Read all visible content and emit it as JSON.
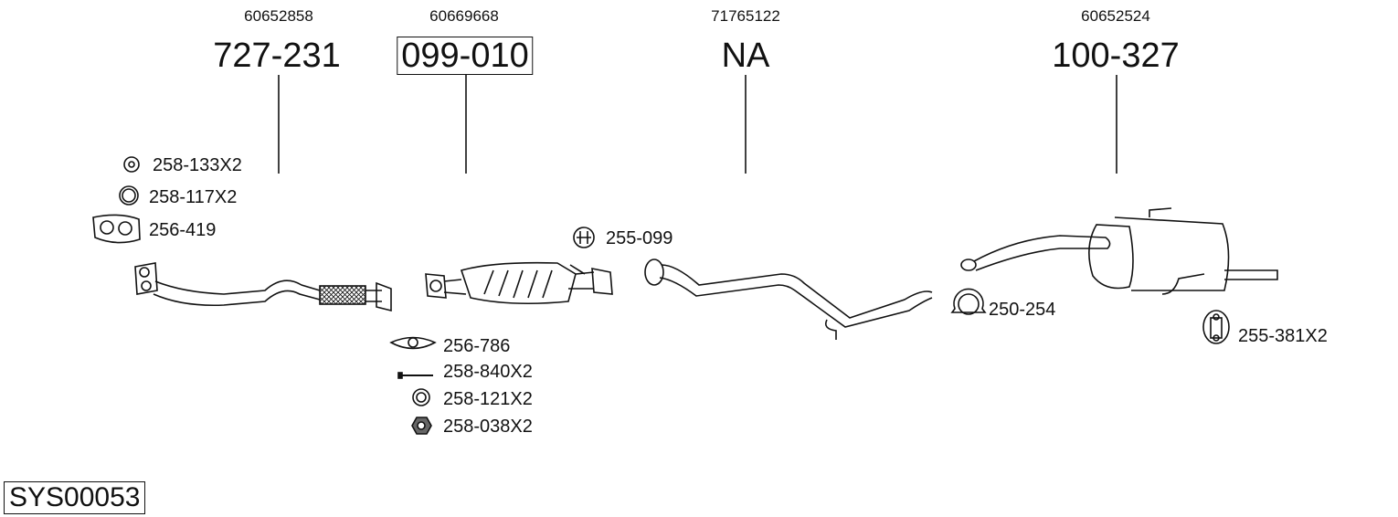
{
  "groups": [
    {
      "oe_number": "60652858",
      "part_number": "727-231",
      "boxed": false
    },
    {
      "oe_number": "60669668",
      "part_number": "099-010",
      "boxed": true
    },
    {
      "oe_number": "71765122",
      "part_number": "NA",
      "boxed": false
    },
    {
      "oe_number": "60652524",
      "part_number": "100-327",
      "boxed": false
    }
  ],
  "accessories": {
    "ring_133": "258-133X2",
    "ring_117": "258-117X2",
    "gasket_419": "256-419",
    "hanger_099": "255-099",
    "gasket_786": "256-786",
    "bolt_840": "258-840X2",
    "ring_121": "258-121X2",
    "nut_038": "258-038X2",
    "clamp_254": "250-254",
    "hanger_381": "255-381X2"
  },
  "system_id": "SYS00053"
}
